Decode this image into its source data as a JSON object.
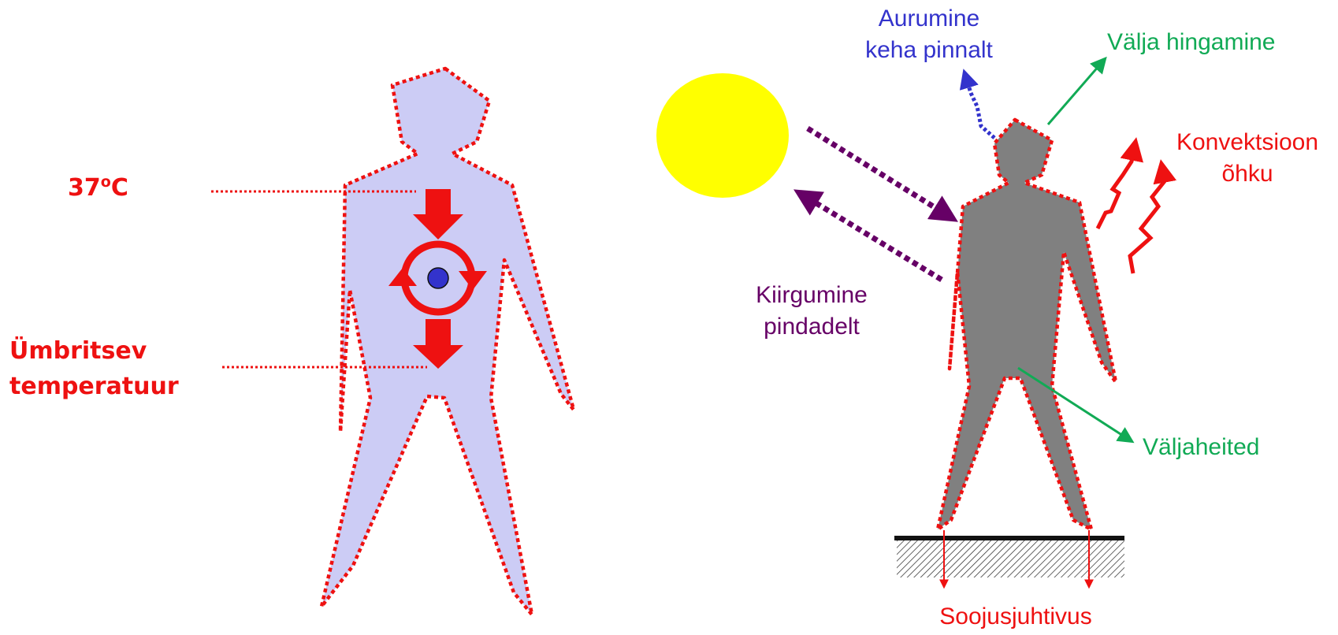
{
  "left_figure": {
    "core_temp": {
      "value": "37",
      "sup": "o",
      "unit": "C"
    },
    "ambient_label": {
      "line1": "Ümbritsev",
      "line2": "temperatuur"
    }
  },
  "right_figure": {
    "evaporation": {
      "line1": "Aurumine",
      "line2": "keha pinnalt"
    },
    "exhalation": "Välja hingamine",
    "convection": {
      "line1": "Konvektsioon",
      "line2": "õhku"
    },
    "radiation": {
      "line1": "Kiirgumine",
      "line2": "pindadelt"
    },
    "excretion": "Väljaheited",
    "conduction": "Soojusjuhtivus"
  },
  "colors": {
    "red": "#ee1111",
    "body_fill": "#ccccf5",
    "body_fill_right": "#808080",
    "core_dot": "#3333cc",
    "sun": "#ffff00",
    "evaporation": "#3333cc",
    "exhalation": "#11aa55",
    "radiation": "#660066",
    "ground": "#111111"
  },
  "icons": [
    "sun-icon",
    "human-silhouette-icon",
    "heat-cycle-icon"
  ]
}
